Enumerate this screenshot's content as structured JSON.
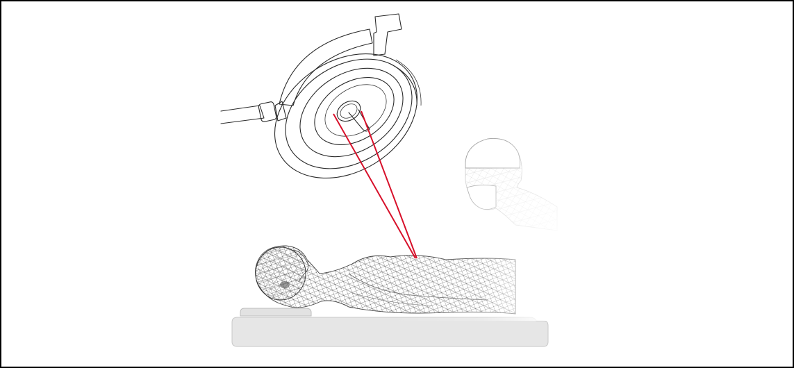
{
  "figure": {
    "frame_color": "#000000",
    "background": "#ffffff",
    "beam_color": "#d7102a",
    "mattress_color": "#e6e6e6",
    "line_color": "#2a2a2a",
    "subjects": [
      "surgical-light",
      "laser-beams",
      "patient",
      "surgeon",
      "operating-table"
    ]
  }
}
